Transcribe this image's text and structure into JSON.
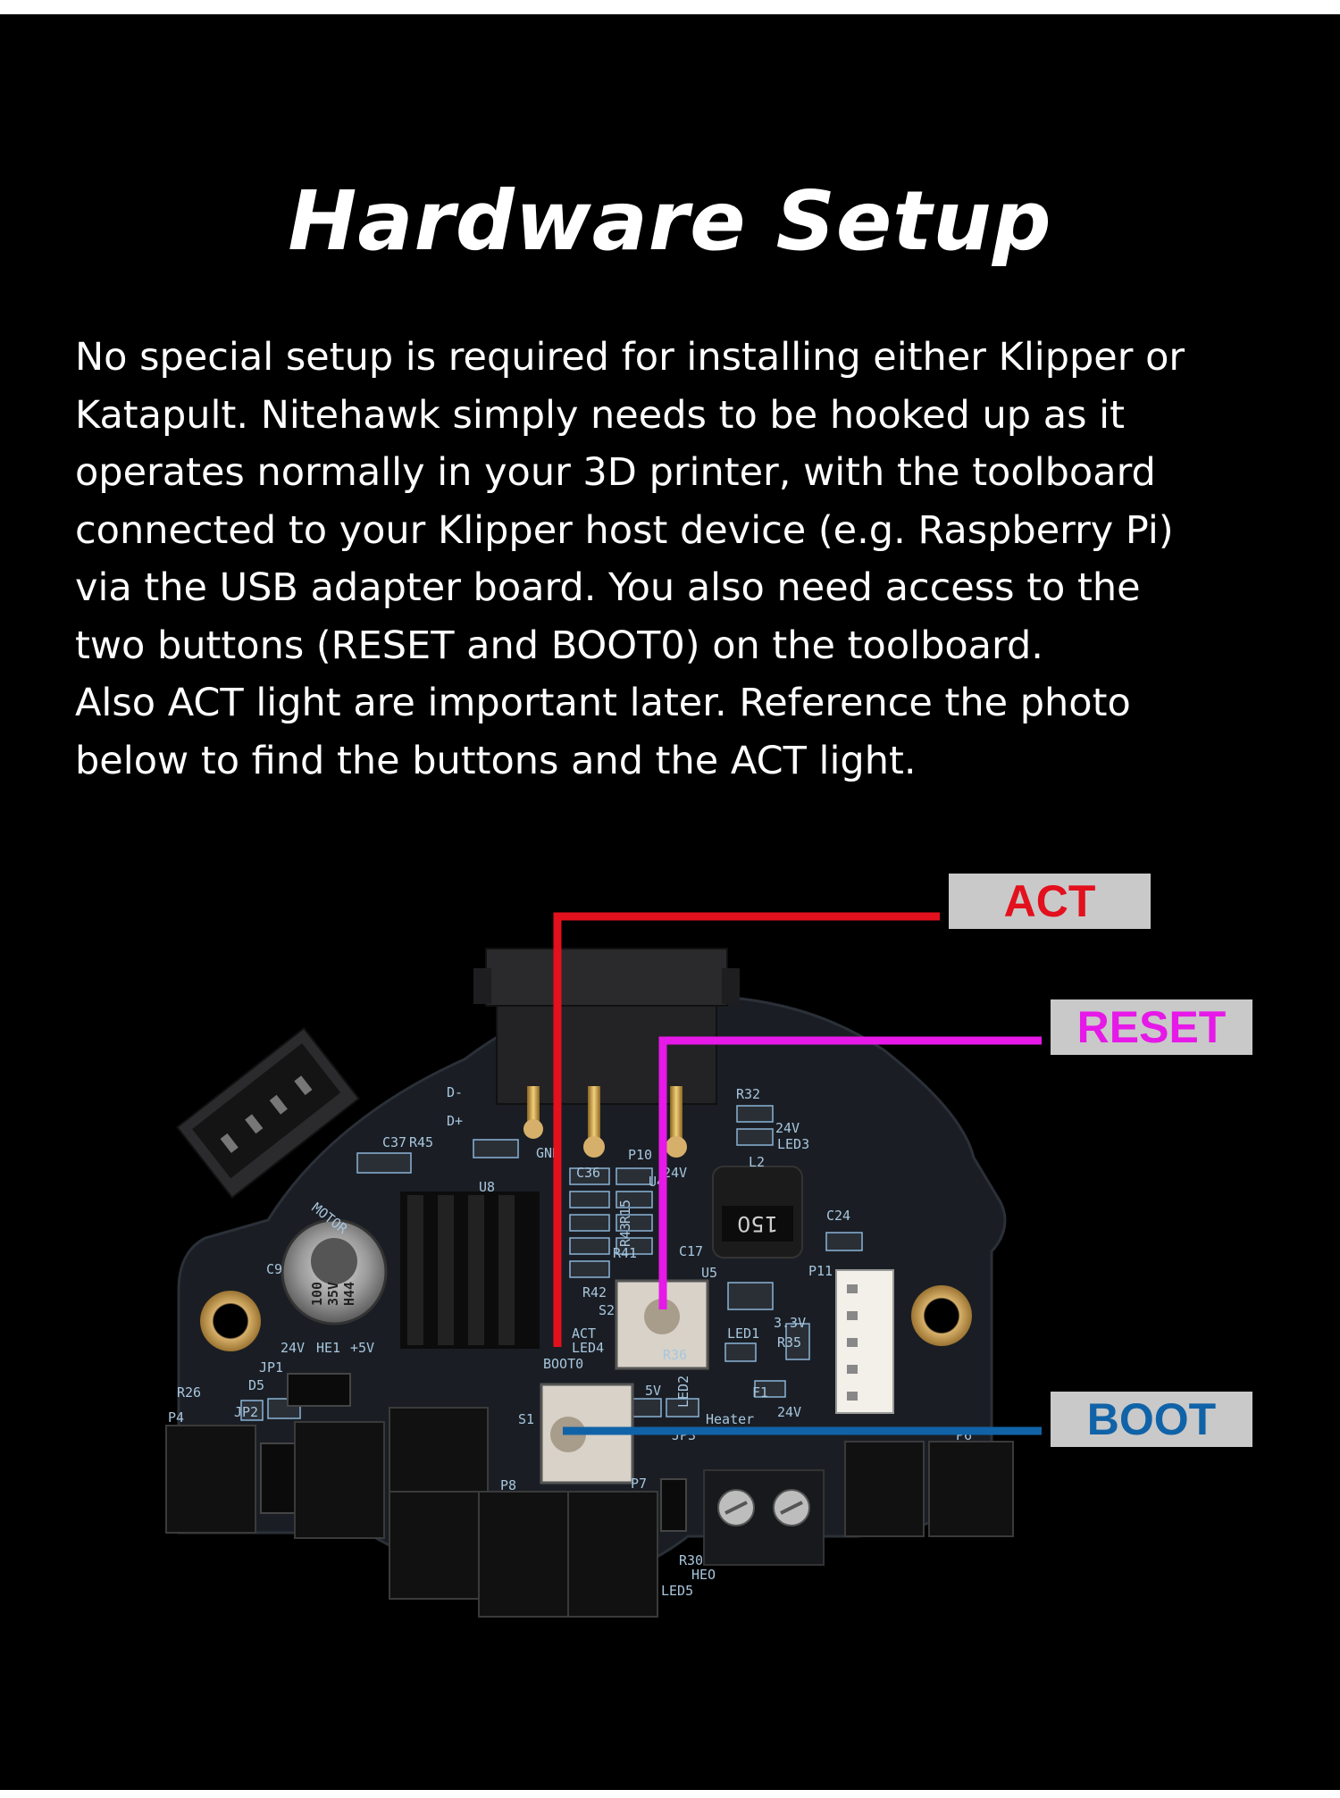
{
  "title": "Hardware Setup",
  "paragraph_lines": [
    "No special setup is required for installing either Klipper or",
    "Katapult. Nitehawk simply needs to be hooked up as it",
    "operates normally in your 3D printer, with the toolboard",
    "connected to your Klipper host device (e.g. Raspberry Pi)",
    "via the USB adapter board. You also need access to the",
    "two buttons (RESET and BOOT0) on the toolboard.",
    "Also ACT light are important later. Reference the photo",
    "below to find the buttons and the ACT light."
  ],
  "callouts": {
    "act": {
      "label": "ACT",
      "color": "#e3101d"
    },
    "reset": {
      "label": "RESET",
      "color": "#e619e8"
    },
    "boot": {
      "label": "BOOT",
      "color": "#1163a8"
    }
  },
  "board": {
    "capacitor_text": [
      "100",
      "35V",
      "H44"
    ],
    "inductor_text": "150",
    "silkscreen": [
      "D-",
      "D+",
      "GND",
      "P10",
      "C36",
      "24V",
      "U4",
      "R32",
      "24V",
      "LED3",
      "L2",
      "C24",
      "C37",
      "R45",
      "U8",
      "MOTOR",
      "C9",
      "R41",
      "R42",
      "R15",
      "R43",
      "C17",
      "U5",
      "S2",
      "ACT",
      "LED4",
      "BOOT0",
      "R36",
      "LED1",
      "3.3V",
      "R35",
      "P11",
      "24V",
      "HE1",
      "+5V",
      "JP1",
      "D5",
      "R26",
      "JP2",
      "S1",
      "5V",
      "LED2",
      "F1",
      "Heater",
      "24V",
      "JP3",
      "P8",
      "P7",
      "R30",
      "HEO",
      "LED5",
      "P4",
      "P6"
    ]
  }
}
